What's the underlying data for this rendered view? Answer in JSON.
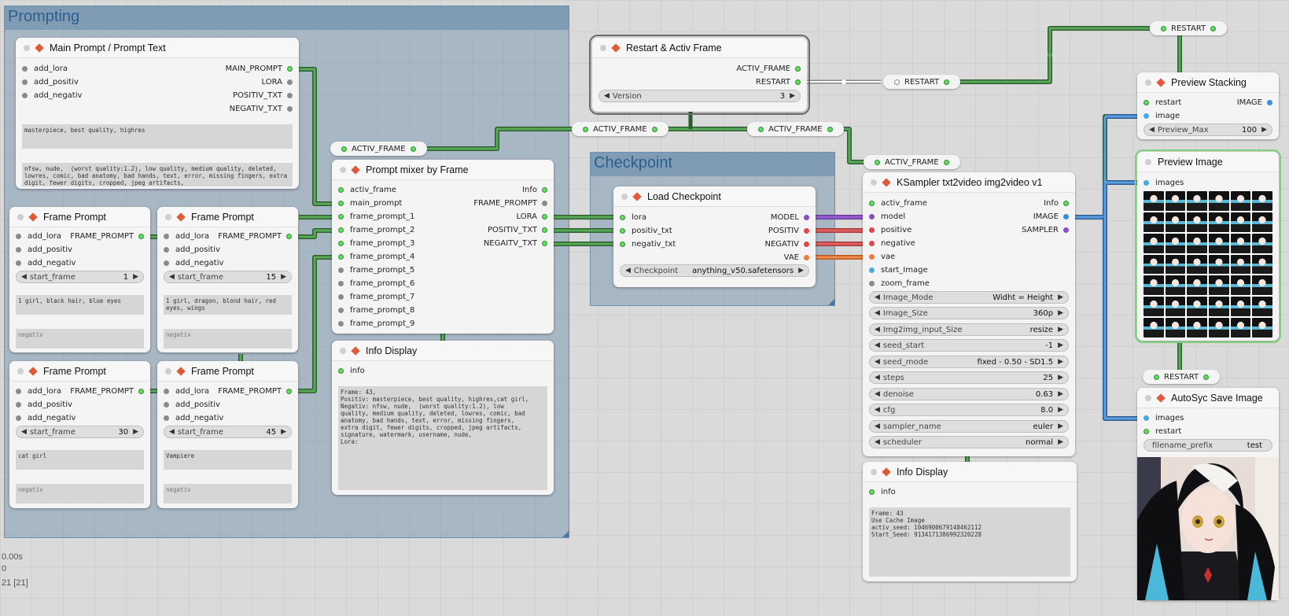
{
  "groups": {
    "prompting": "Prompting",
    "checkpoint": "Checkpoint"
  },
  "main_prompt": {
    "title": "Main Prompt / Prompt Text",
    "inputs": [
      "add_lora",
      "add_positiv",
      "add_negativ"
    ],
    "outputs": [
      "MAIN_PROMPT",
      "LORA",
      "POSITIV_TXT",
      "NEGATIV_TXT"
    ],
    "positive": "masterpiece, best quality, highres",
    "negative": "nfsw, nude,  (worst quality:1.2), low quality, medium quality, deleted, lowres, comic, bad anatomy, bad hands, text, error, missing fingers, extra digit, fewer digits, cropped, jpeg artifacts,"
  },
  "frames": [
    {
      "title": "Frame Prompt",
      "inputs": [
        "add_lora",
        "add_positiv",
        "add_negativ"
      ],
      "output": "FRAME_PROMPT",
      "widget": "start_frame",
      "value": "1",
      "positive": "1 girl, black hair, blue eyes",
      "negative": "negativ"
    },
    {
      "title": "Frame Prompt",
      "inputs": [
        "add_lora",
        "add_positiv",
        "add_negativ"
      ],
      "output": "FRAME_PROMPT",
      "widget": "start_frame",
      "value": "15",
      "positive": "1 girl, dragon, blond hair, red eyes, wings",
      "negative": "negativ"
    },
    {
      "title": "Frame Prompt",
      "inputs": [
        "add_lora",
        "add_positiv",
        "add_negativ"
      ],
      "output": "FRAME_PROMPT",
      "widget": "start_frame",
      "value": "30",
      "positive": "cat girl",
      "negative": "negativ"
    },
    {
      "title": "Frame Prompt",
      "inputs": [
        "add_lora",
        "add_positiv",
        "add_negativ"
      ],
      "output": "FRAME_PROMPT",
      "widget": "start_frame",
      "value": "45",
      "positive": "Vampiere",
      "negative": "negativ"
    }
  ],
  "reroutes": {
    "activ_frame": "ACTIV_FRAME",
    "restart": "RESTART"
  },
  "prompt_mixer": {
    "title": "Prompt mixer by Frame",
    "inputs": [
      "activ_frame",
      "main_prompt",
      "frame_prompt_1",
      "frame_prompt_2",
      "frame_prompt_3",
      "frame_prompt_4",
      "frame_prompt_5",
      "frame_prompt_6",
      "frame_prompt_7",
      "frame_prompt_8",
      "frame_prompt_9"
    ],
    "outputs": [
      "Info",
      "FRAME_PROMPT",
      "LORA",
      "POSITIV_TXT",
      "NEGAITV_TXT"
    ]
  },
  "info_display_1": {
    "title": "Info Display",
    "input": "info",
    "text": "Frame: 43,\nPositiv: masterpiece, best quality, highres,cat girl,\nNegativ: nfsw, nude,  (worst quality:1.2), low\nquality, medium quality, deleted, lowres, comic, bad\nanatomy, bad hands, text, error, missing fingers,\nextra digit, fewer digits, cropped, jpeg artifacts,\nsignature, watermark, username, nude,\nLora:"
  },
  "restart_node": {
    "title": "Restart & Activ Frame",
    "outputs": [
      "ACTIV_FRAME",
      "RESTART"
    ],
    "widget": "Version",
    "value": "3"
  },
  "load_checkpoint": {
    "title": "Load Checkpoint",
    "inputs": [
      "lora",
      "positiv_txt",
      "negativ_txt"
    ],
    "outputs": [
      "MODEL",
      "POSITIV",
      "NEGATIV",
      "VAE"
    ],
    "widget": "Checkpoint",
    "value": "anything_v50.safetensors"
  },
  "ksampler": {
    "title": "KSampler txt2video img2video v1",
    "inputs": [
      "activ_frame",
      "model",
      "positive",
      "negative",
      "vae",
      "start_Image",
      "zoom_frame"
    ],
    "outputs": [
      "Info",
      "IMAGE",
      "SAMPLER"
    ],
    "widgets": [
      {
        "label": "Image_Mode",
        "value": "Widht = Height"
      },
      {
        "label": "Image_Size",
        "value": "360p"
      },
      {
        "label": "Img2img_input_Size",
        "value": "resize"
      },
      {
        "label": "seed_start",
        "value": "-1"
      },
      {
        "label": "seed_mode",
        "value": "fixed - 0.50 - SD1.5"
      },
      {
        "label": "steps",
        "value": "25"
      },
      {
        "label": "denoise",
        "value": "0.63"
      },
      {
        "label": "cfg",
        "value": "8.0"
      },
      {
        "label": "sampler_name",
        "value": "euler"
      },
      {
        "label": "scheduler",
        "value": "normal"
      }
    ]
  },
  "info_display_2": {
    "title": "Info Display",
    "input": "info",
    "text": "Frame: 43\nUse Cache Image\nactiv_seed: 1046900679148462112\nStart_Seed: 9134171386992320228"
  },
  "preview_stacking": {
    "title": "Preview Stacking",
    "inputs": [
      "restart",
      "image"
    ],
    "output": "IMAGE",
    "widget": "Preview_Max",
    "value": "100"
  },
  "preview_image": {
    "title": "Preview Image",
    "input": "images"
  },
  "autosave": {
    "title": "AutoSyc Save Image",
    "inputs": [
      "images",
      "restart"
    ],
    "widget": "filename_prefix",
    "value": "test"
  },
  "status": {
    "time": "0.00s",
    "zero": "0",
    "count": "21 [21]"
  },
  "colors": {
    "link_green": "#4a9a4a",
    "link_purple": "#8a4ec0",
    "link_red": "#d85050",
    "link_orange": "#e07030",
    "link_blue": "#4a8ed0",
    "link_white": "#ffffff"
  }
}
